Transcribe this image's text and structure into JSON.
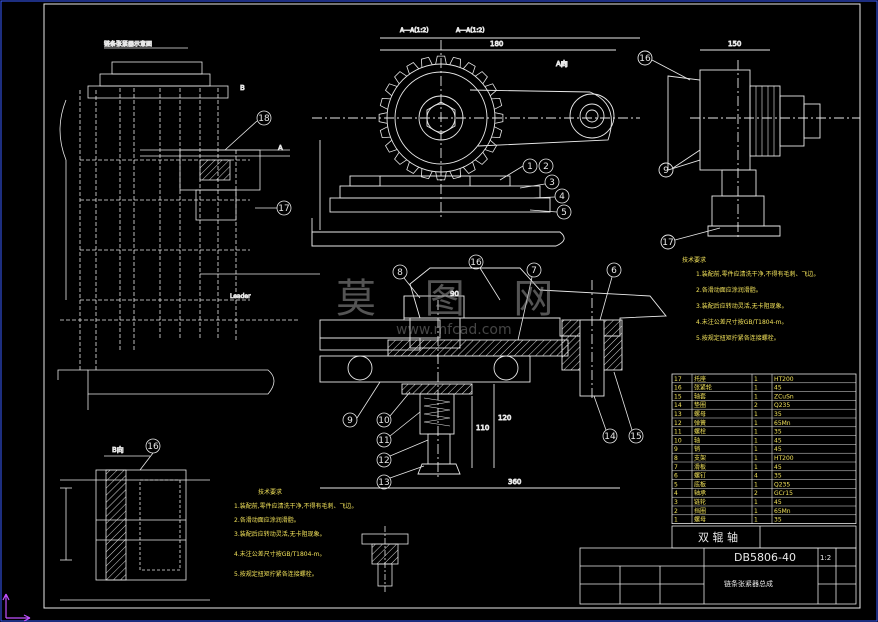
{
  "colors": {
    "background": "#000000",
    "line": "#e8e8e8",
    "text": "#f2e25a",
    "hatch": "#d8d8d8",
    "frame": "#3a5cff",
    "watermark": "#9a9a9a"
  },
  "views": {
    "main_title": "链条张紧器示意图",
    "a_view": "A向",
    "b_view": "B向",
    "sec_a": "A",
    "sec_b": "B"
  },
  "dimensions": {
    "top_left": "A—A(1:2)",
    "top_right": "A—A(1:2)",
    "width_180": "180",
    "width_150": "150",
    "width_360": "360",
    "d_90": "90",
    "h_120": "120",
    "h_110": "110"
  },
  "balloons": [
    "1",
    "2",
    "3",
    "4",
    "5",
    "6",
    "7",
    "8",
    "9",
    "10",
    "11",
    "12",
    "13",
    "14",
    "15",
    "16",
    "17"
  ],
  "watermark": {
    "text": "莫 图 网",
    "sub": "www.mfcad.com"
  },
  "notes": {
    "title": "技术要求",
    "lines": [
      "1.装配前,零件应清洗干净,不得有毛刺、飞边。",
      "2.各滑动面应涂润滑脂。",
      "3.装配后应转动灵活,无卡阻现象。",
      "4.未注公差尺寸按GB/T1804-m。",
      "5.按规定扭矩拧紧各连接螺栓。"
    ]
  },
  "title_block": {
    "company": "双 辊 轴",
    "drawing_no": "DB5806-40",
    "part_name": "链条张紧器总成",
    "scale": "1:2"
  },
  "bom": {
    "rows": [
      [
        "17",
        "托座",
        "1",
        "HT200"
      ],
      [
        "16",
        "张紧轮",
        "1",
        "45"
      ],
      [
        "15",
        "轴套",
        "1",
        "ZCuSn"
      ],
      [
        "14",
        "垫圈",
        "2",
        "Q235"
      ],
      [
        "13",
        "螺母",
        "1",
        "35"
      ],
      [
        "12",
        "弹簧",
        "1",
        "65Mn"
      ],
      [
        "11",
        "螺栓",
        "1",
        "35"
      ],
      [
        "10",
        "轴",
        "1",
        "45"
      ],
      [
        "9",
        "销",
        "1",
        "45"
      ],
      [
        "8",
        "支架",
        "1",
        "HT200"
      ],
      [
        "7",
        "滑板",
        "1",
        "45"
      ],
      [
        "6",
        "螺钉",
        "4",
        "35"
      ],
      [
        "5",
        "底板",
        "1",
        "Q235"
      ],
      [
        "4",
        "轴承",
        "2",
        "GCr15"
      ],
      [
        "3",
        "链轮",
        "1",
        "45"
      ],
      [
        "2",
        "挡圈",
        "1",
        "65Mn"
      ],
      [
        "1",
        "螺母",
        "1",
        "35"
      ]
    ]
  }
}
